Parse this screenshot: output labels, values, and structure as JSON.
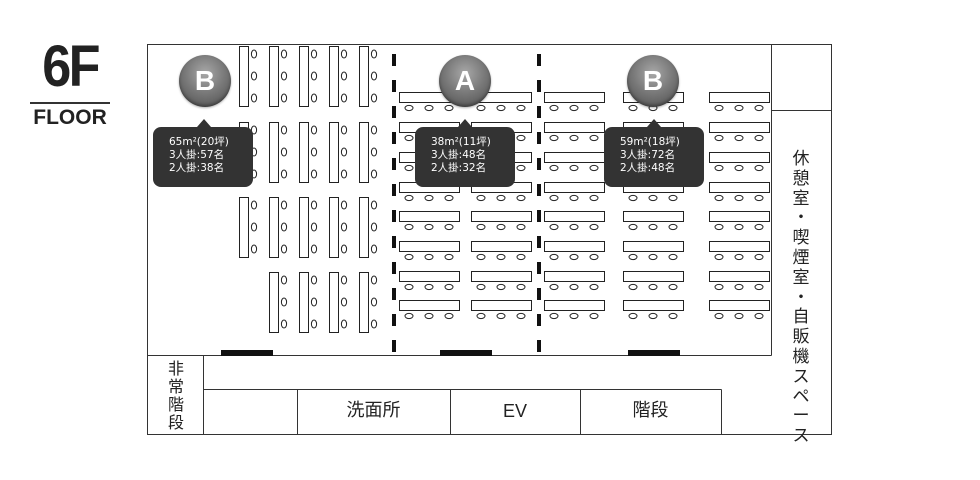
{
  "floor": {
    "number": "6F",
    "word": "FLOOR"
  },
  "rooms": {
    "B_left": {
      "letter": "B",
      "area": "65m²(20坪)",
      "theater": "3人掛:57名",
      "classroom": "2人掛:38名"
    },
    "A": {
      "letter": "A",
      "area": "38m²(11坪)",
      "theater": "3人掛:48名",
      "classroom": "2人掛:32名"
    },
    "B_right": {
      "letter": "B",
      "area": "59m²(18坪)",
      "theater": "3人掛:72名",
      "classroom": "2人掛:48名"
    }
  },
  "labels": {
    "lounge": "休憩室・喫煙室・自販機スペース",
    "emergency_stairs": "非常階段",
    "restroom": "洗面所",
    "elevator": "EV",
    "stairs": "階段"
  },
  "colors": {
    "callout_bg": "#333333",
    "badge": "#7a7a7a",
    "line": "#222222"
  }
}
